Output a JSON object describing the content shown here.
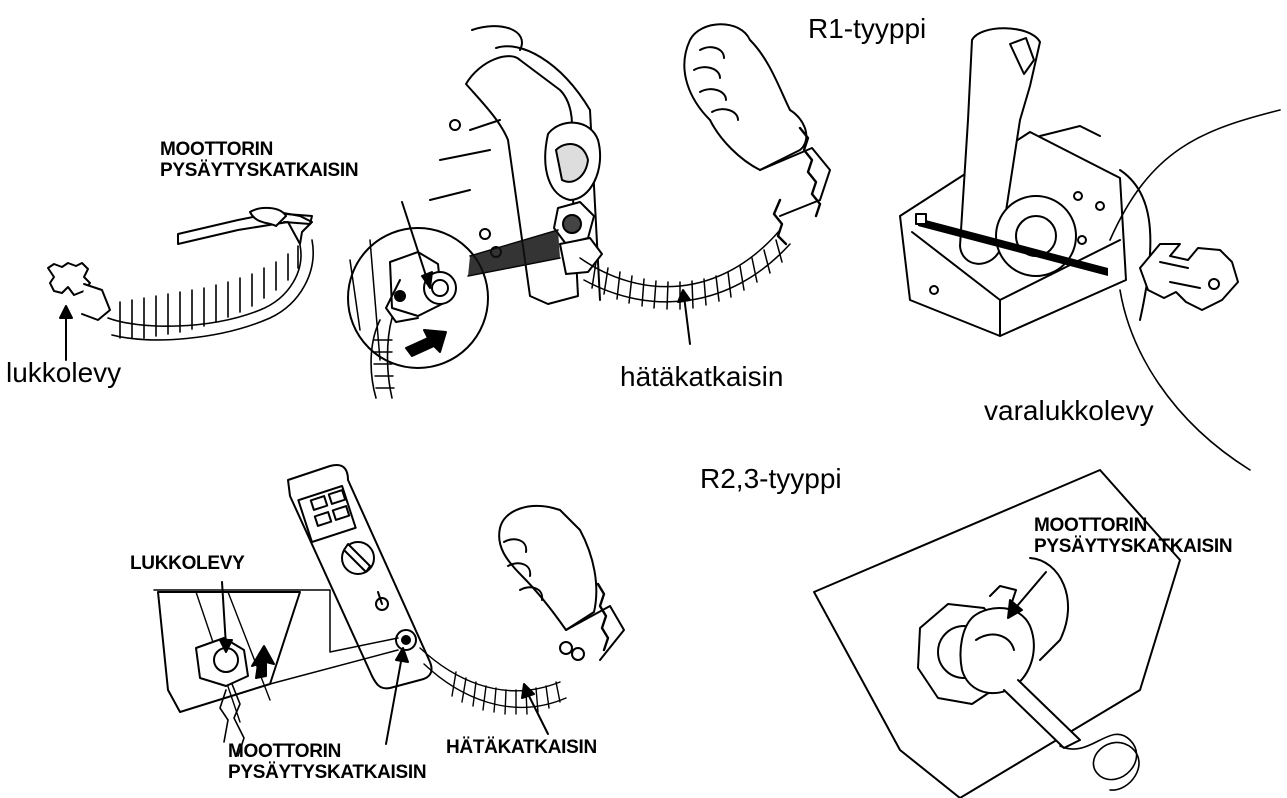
{
  "labels": {
    "r1_type": "R1-tyyppi",
    "r23_type": "R2,3-tyyppi",
    "lock_plate": "lukkolevy",
    "emergency_switch": "hätäkatkaisin",
    "spare_lock_plate": "varalukkolevy",
    "stop_switch_top": [
      "MOOTTORIN",
      "PYSÄYTYSKATKAISIN"
    ],
    "stop_switch_right": [
      "MOOTTORIN",
      "PYSÄYTYSKATKAISIN"
    ],
    "stop_switch_bottom": [
      "MOOTTORIN",
      "PYSÄYTYSKATKAISIN"
    ],
    "lock_plate_caps": "LUKKOLEVY",
    "emergency_switch_caps": "HÄTÄKATKAISIN"
  },
  "colors": {
    "ink": "#000000",
    "paper": "#ffffff",
    "shade": "#d9d9d9"
  }
}
